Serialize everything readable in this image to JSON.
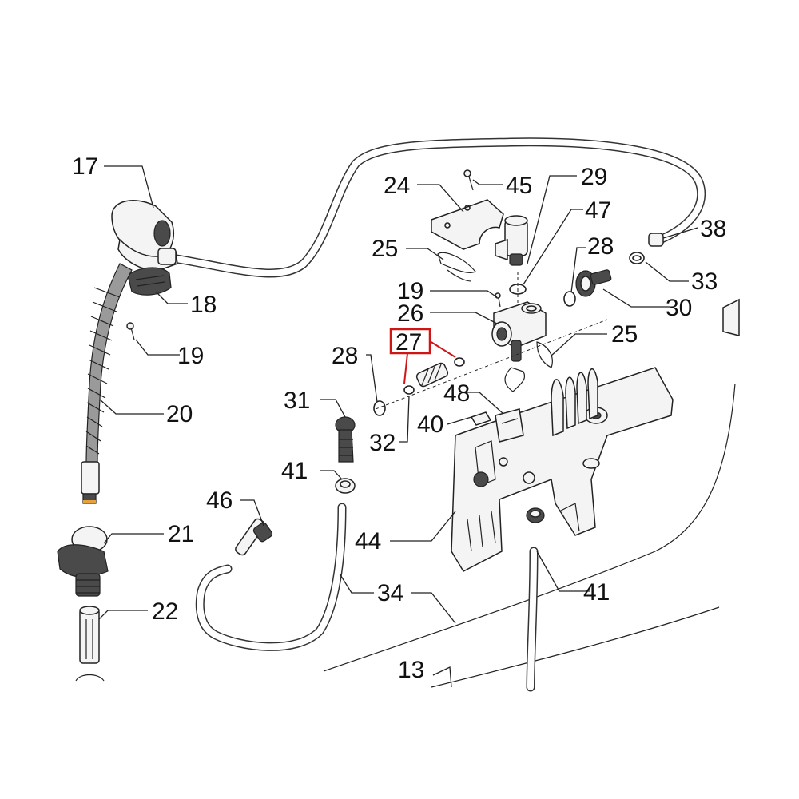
{
  "diagram": {
    "highlight_color": "#d01515",
    "callouts": [
      {
        "id": "c17",
        "label": "17"
      },
      {
        "id": "c18",
        "label": "18"
      },
      {
        "id": "c19a",
        "label": "19"
      },
      {
        "id": "c20",
        "label": "20"
      },
      {
        "id": "c21",
        "label": "21"
      },
      {
        "id": "c22",
        "label": "22"
      },
      {
        "id": "c24",
        "label": "24"
      },
      {
        "id": "c45",
        "label": "45"
      },
      {
        "id": "c29",
        "label": "29"
      },
      {
        "id": "c47",
        "label": "47"
      },
      {
        "id": "c38",
        "label": "38"
      },
      {
        "id": "c25a",
        "label": "25"
      },
      {
        "id": "c28a",
        "label": "28"
      },
      {
        "id": "c33",
        "label": "33"
      },
      {
        "id": "c19b",
        "label": "19"
      },
      {
        "id": "c26",
        "label": "26"
      },
      {
        "id": "c30",
        "label": "30"
      },
      {
        "id": "c27",
        "label": "27",
        "highlighted": true
      },
      {
        "id": "c25b",
        "label": "25"
      },
      {
        "id": "c28b",
        "label": "28"
      },
      {
        "id": "c31",
        "label": "31"
      },
      {
        "id": "c48",
        "label": "48"
      },
      {
        "id": "c40",
        "label": "40"
      },
      {
        "id": "c32",
        "label": "32"
      },
      {
        "id": "c41a",
        "label": "41"
      },
      {
        "id": "c46",
        "label": "46"
      },
      {
        "id": "c44",
        "label": "44"
      },
      {
        "id": "c34",
        "label": "34"
      },
      {
        "id": "c41b",
        "label": "41"
      },
      {
        "id": "c13",
        "label": "13"
      }
    ]
  }
}
